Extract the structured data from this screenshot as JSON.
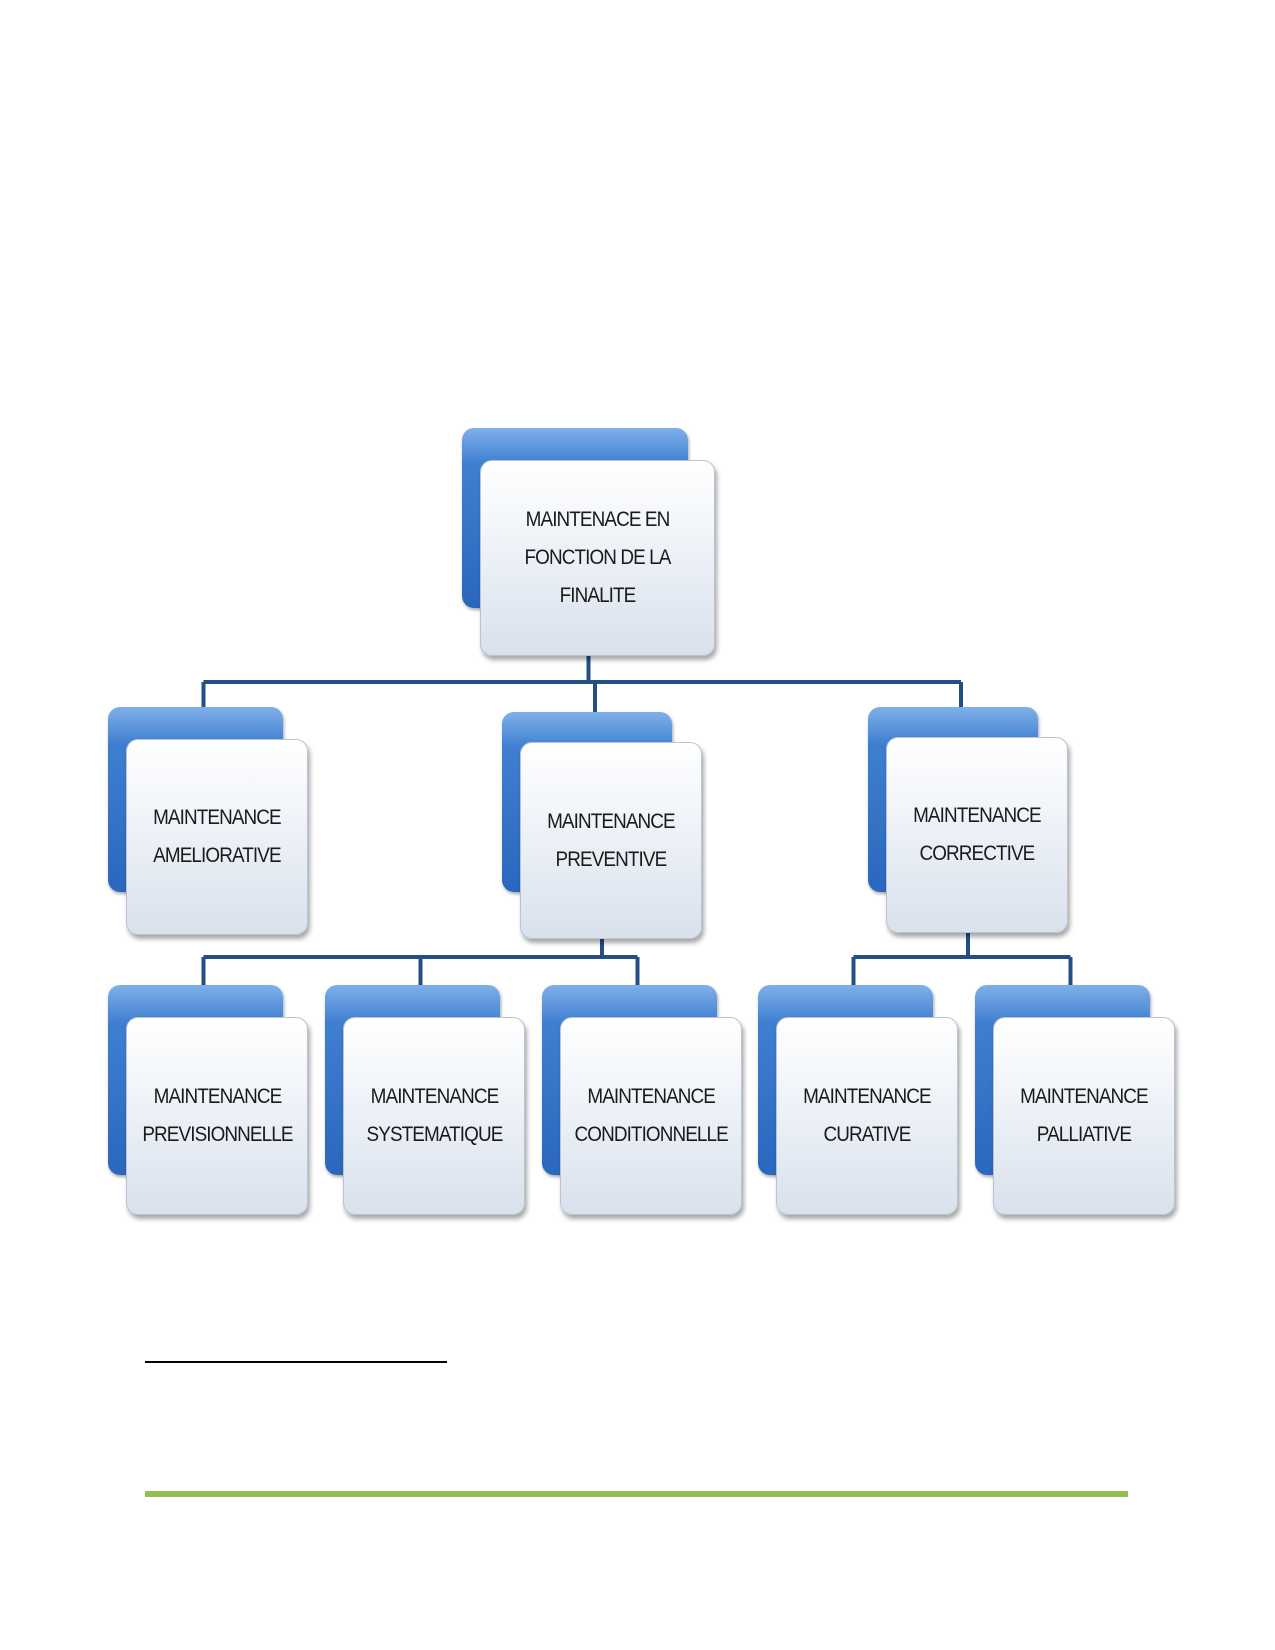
{
  "diagram": {
    "root": {
      "id": "root",
      "lines": [
        "MAINTENACE EN",
        "FONCTION DE LA FINALITE"
      ]
    },
    "level1": [
      {
        "id": "amelio",
        "lines": [
          "MAINTENANCE",
          "AMELIORATIVE"
        ]
      },
      {
        "id": "prev",
        "lines": [
          "MAINTENANCE",
          "PREVENTIVE"
        ]
      },
      {
        "id": "corr",
        "lines": [
          "MAINTENANCE",
          "CORRECTIVE"
        ]
      }
    ],
    "level2": [
      {
        "id": "previs",
        "parent": "prev",
        "lines": [
          "MAINTENANCE",
          "PREVISIONNELLE"
        ]
      },
      {
        "id": "syst",
        "parent": "prev",
        "lines": [
          "MAINTENANCE",
          "SYSTEMATIQUE"
        ]
      },
      {
        "id": "cond",
        "parent": "prev",
        "lines": [
          "MAINTENANCE",
          "CONDITIONNELLE"
        ]
      },
      {
        "id": "cura",
        "parent": "corr",
        "lines": [
          "MAINTENANCE",
          "CURATIVE"
        ]
      },
      {
        "id": "pall",
        "parent": "corr",
        "lines": [
          "MAINTENANCE",
          "PALLIATIVE"
        ]
      }
    ]
  },
  "colors": {
    "node_back": "#2a67bd",
    "connector": "#244f86",
    "footer_rule": "#92c050"
  }
}
